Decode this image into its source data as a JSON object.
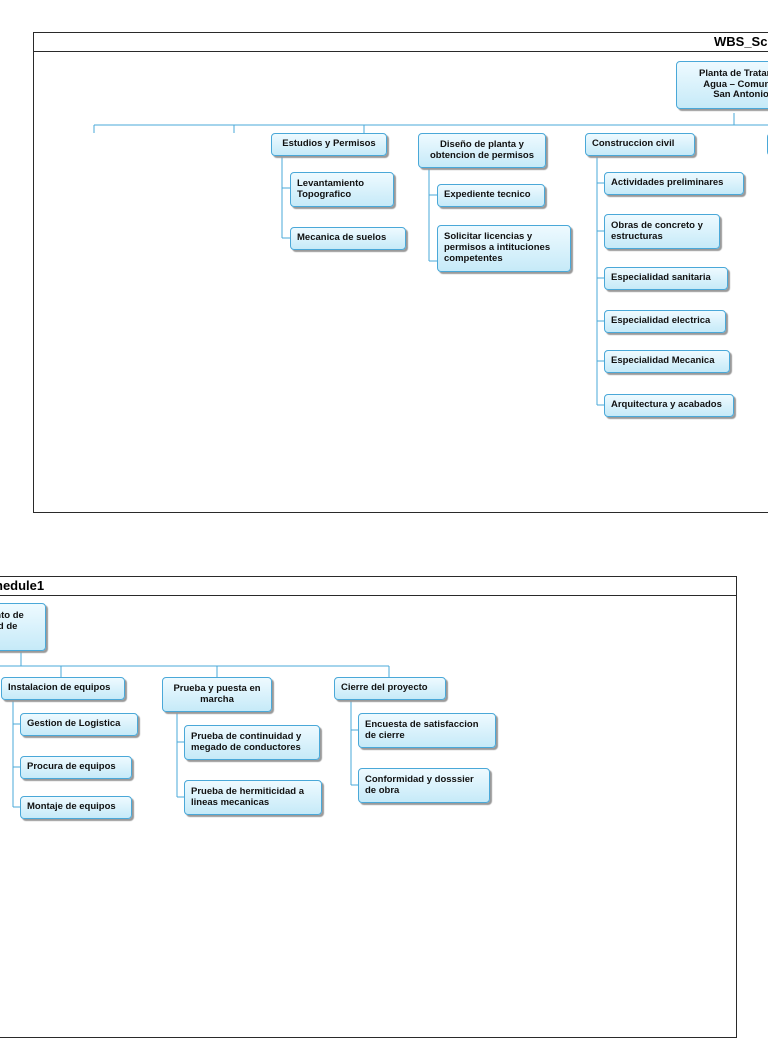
{
  "diagram": {
    "title_top": "WBS_Sc",
    "title_bottom": "hedule1",
    "root_text": "Planta de Tratamie\nAgua – Comunid\nSan Antonio",
    "root_text_bottom": "ento de\niad de\no",
    "level1": [
      "Estudios y Permisos",
      "Diseño de planta y\nobtencion de permisos",
      "Construccion civil",
      "Instalacion de equipos",
      "Prueba y puesta en\nmarcha",
      "Cierre del proyecto"
    ],
    "children": {
      "estudios": [
        "Levantamiento\nTopografico",
        "Mecanica de suelos"
      ],
      "diseno": [
        "Expediente tecnico",
        "Solicitar licencias y\npermisos a intituciones\ncompetentes"
      ],
      "construccion": [
        "Actividades preliminares",
        "Obras de concreto y\nestructuras",
        "Especialidad sanitaria",
        "Especialidad electrica",
        "Especialidad Mecanica",
        "Arquitectura y acabados"
      ],
      "instalacion": [
        "Gestion de Logistica",
        "Procura de equipos",
        "Montaje de equipos"
      ],
      "prueba": [
        "Prueba de continuidad y\nmegado de conductores",
        "Prueba de hermiticidad a\nlineas mecanicas"
      ],
      "cierre": [
        "Encuesta de satisfaccion\nde cierre",
        "Conformidad y dosssier\nde obra"
      ]
    }
  }
}
